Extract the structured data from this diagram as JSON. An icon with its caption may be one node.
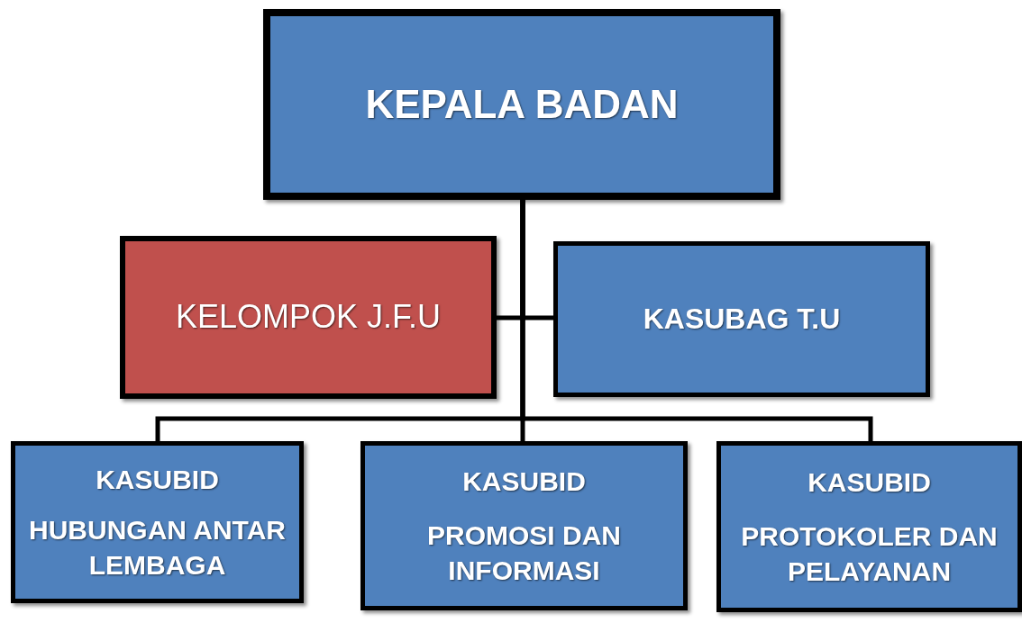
{
  "diagram": {
    "nodes": [
      {
        "text": [
          "KEPALA BADAN"
        ]
      },
      {
        "text": [
          "KELOMPOK  J.F.U"
        ]
      },
      {
        "text": [
          "KASUBAG T.U"
        ]
      },
      {
        "text": [
          "KASUBID",
          "HUBUNGAN ANTAR LEMBAGA"
        ]
      },
      {
        "text": [
          "KASUBID",
          "PROMOSI  DAN INFORMASI"
        ]
      },
      {
        "text": [
          "KASUBID",
          "PROTOKOLER DAN PELAYANAN"
        ]
      }
    ],
    "edges": [
      {
        "from": 0,
        "to": 1,
        "arrow": "none"
      },
      {
        "from": 0,
        "to": 2,
        "arrow": "none"
      },
      {
        "from": 0,
        "to": 3,
        "arrow": "none"
      },
      {
        "from": 0,
        "to": 4,
        "arrow": "none"
      },
      {
        "from": 0,
        "to": 5,
        "arrow": "none"
      }
    ]
  }
}
